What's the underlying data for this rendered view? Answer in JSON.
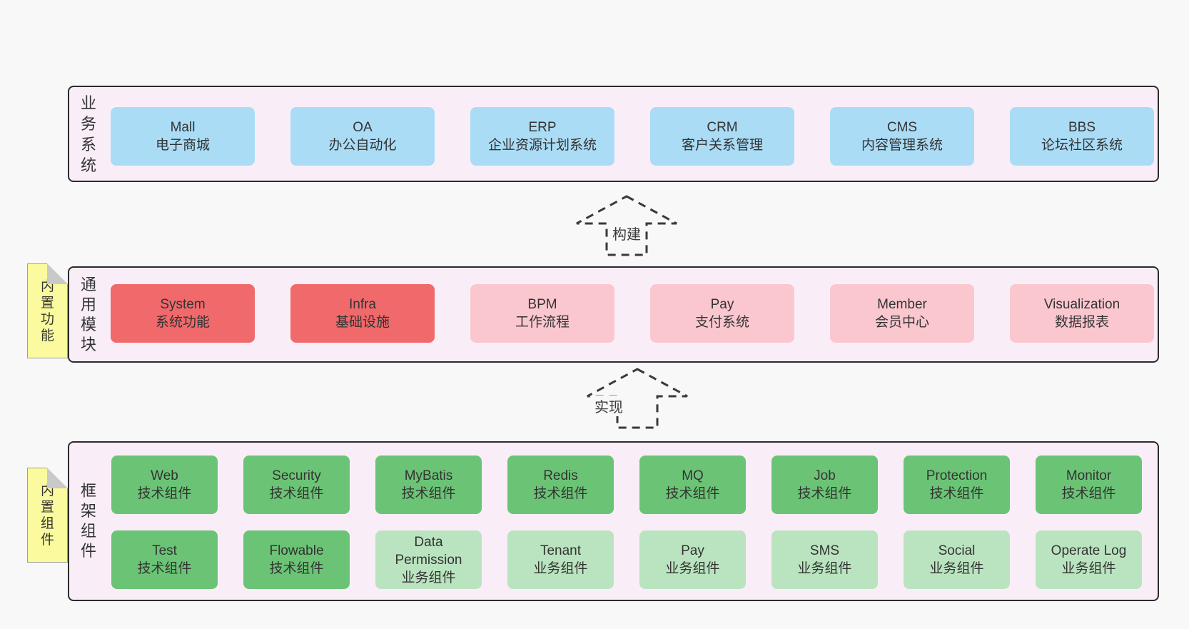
{
  "colors": {
    "page_bg": "#f8f8f8",
    "section_bg": "#f9eef8",
    "section_border": "#2b2b2b",
    "box_blue": "#abdcf6",
    "box_red": "#f0696b",
    "box_pink": "#fbc7cf",
    "box_green": "#6bc475",
    "box_green_light": "#bae4bf",
    "note_bg": "#fbfa9e",
    "note_fold": "#c9c9c9",
    "text": "#3a3a3a"
  },
  "arrows": [
    {
      "id": "build",
      "label": "构建"
    },
    {
      "id": "implement",
      "label": "实现"
    }
  ],
  "sections": [
    {
      "id": "business",
      "label": "业务系统",
      "note": "",
      "rows": [
        [
          {
            "name": "Mall",
            "desc": "电子商城",
            "type": "blue"
          },
          {
            "name": "OA",
            "desc": "办公自动化",
            "type": "blue"
          },
          {
            "name": "ERP",
            "desc": "企业资源计划系统",
            "type": "blue"
          },
          {
            "name": "CRM",
            "desc": "客户关系管理",
            "type": "blue"
          },
          {
            "name": "CMS",
            "desc": "内容管理系统",
            "type": "blue"
          },
          {
            "name": "BBS",
            "desc": "论坛社区系统",
            "type": "blue"
          }
        ]
      ]
    },
    {
      "id": "modules",
      "label": "通用模块",
      "note": "内置功能",
      "rows": [
        [
          {
            "name": "System",
            "desc": "系统功能",
            "type": "red"
          },
          {
            "name": "Infra",
            "desc": "基础设施",
            "type": "red"
          },
          {
            "name": "BPM",
            "desc": "工作流程",
            "type": "pink"
          },
          {
            "name": "Pay",
            "desc": "支付系统",
            "type": "pink"
          },
          {
            "name": "Member",
            "desc": "会员中心",
            "type": "pink"
          },
          {
            "name": "Visualization",
            "desc": "数据报表",
            "type": "pink"
          }
        ]
      ]
    },
    {
      "id": "components",
      "label": "框架组件",
      "note": "内置组件",
      "rows": [
        [
          {
            "name": "Web",
            "desc": "技术组件",
            "type": "green"
          },
          {
            "name": "Security",
            "desc": "技术组件",
            "type": "green"
          },
          {
            "name": "MyBatis",
            "desc": "技术组件",
            "type": "green"
          },
          {
            "name": "Redis",
            "desc": "技术组件",
            "type": "green"
          },
          {
            "name": "MQ",
            "desc": "技术组件",
            "type": "green"
          },
          {
            "name": "Job",
            "desc": "技术组件",
            "type": "green"
          },
          {
            "name": "Protection",
            "desc": "技术组件",
            "type": "green"
          },
          {
            "name": "Monitor",
            "desc": "技术组件",
            "type": "green"
          }
        ],
        [
          {
            "name": "Test",
            "desc": "技术组件",
            "type": "green"
          },
          {
            "name": "Flowable",
            "desc": "技术组件",
            "type": "green"
          },
          {
            "name": "Data Permission",
            "desc": "业务组件",
            "type": "green-light"
          },
          {
            "name": "Tenant",
            "desc": "业务组件",
            "type": "green-light"
          },
          {
            "name": "Pay",
            "desc": "业务组件",
            "type": "green-light"
          },
          {
            "name": "SMS",
            "desc": "业务组件",
            "type": "green-light"
          },
          {
            "name": "Social",
            "desc": "业务组件",
            "type": "green-light"
          },
          {
            "name": "Operate Log",
            "desc": "业务组件",
            "type": "green-light"
          }
        ]
      ]
    }
  ]
}
